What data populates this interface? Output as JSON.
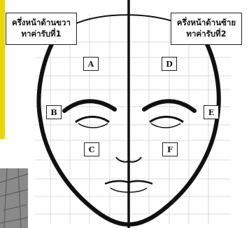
{
  "labels": {
    "title_right": {
      "line1": "ครึ่งหน้าด้านขวา",
      "line2": "ทาค่ารับที่1"
    },
    "title_left": {
      "line1": "ครึ่งหน้าด้านซ้าย",
      "line2": "ทาค่ารับที่2"
    },
    "regions": {
      "A": "A",
      "B": "B",
      "C": "C",
      "D": "D",
      "E": "E",
      "F": "F"
    }
  },
  "colors": {
    "accent_bar": "#e8d800",
    "outline": "#111111",
    "grid": "#cfcfcf",
    "texture": "#8a8a8a"
  }
}
